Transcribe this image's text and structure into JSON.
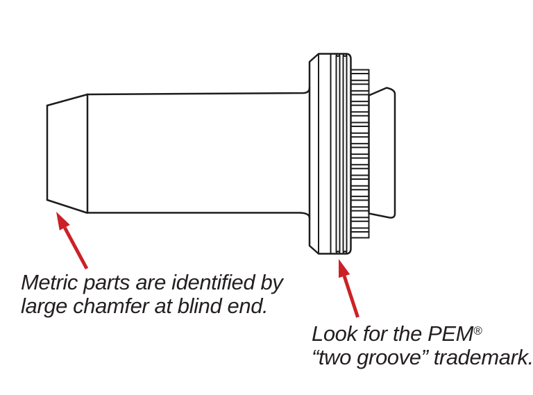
{
  "captions": {
    "metric_note": {
      "line1": "Metric parts are identified by",
      "line2": "large chamfer at blind end."
    },
    "trademark_note": {
      "line1": "Look for the PEM",
      "registered_symbol": "®",
      "line2": "“two groove” trademark."
    }
  },
  "colors": {
    "background": "#ffffff",
    "line_ink": "#1c1c1c",
    "text_ink": "#231f20",
    "arrow_red": "#cc2127"
  }
}
